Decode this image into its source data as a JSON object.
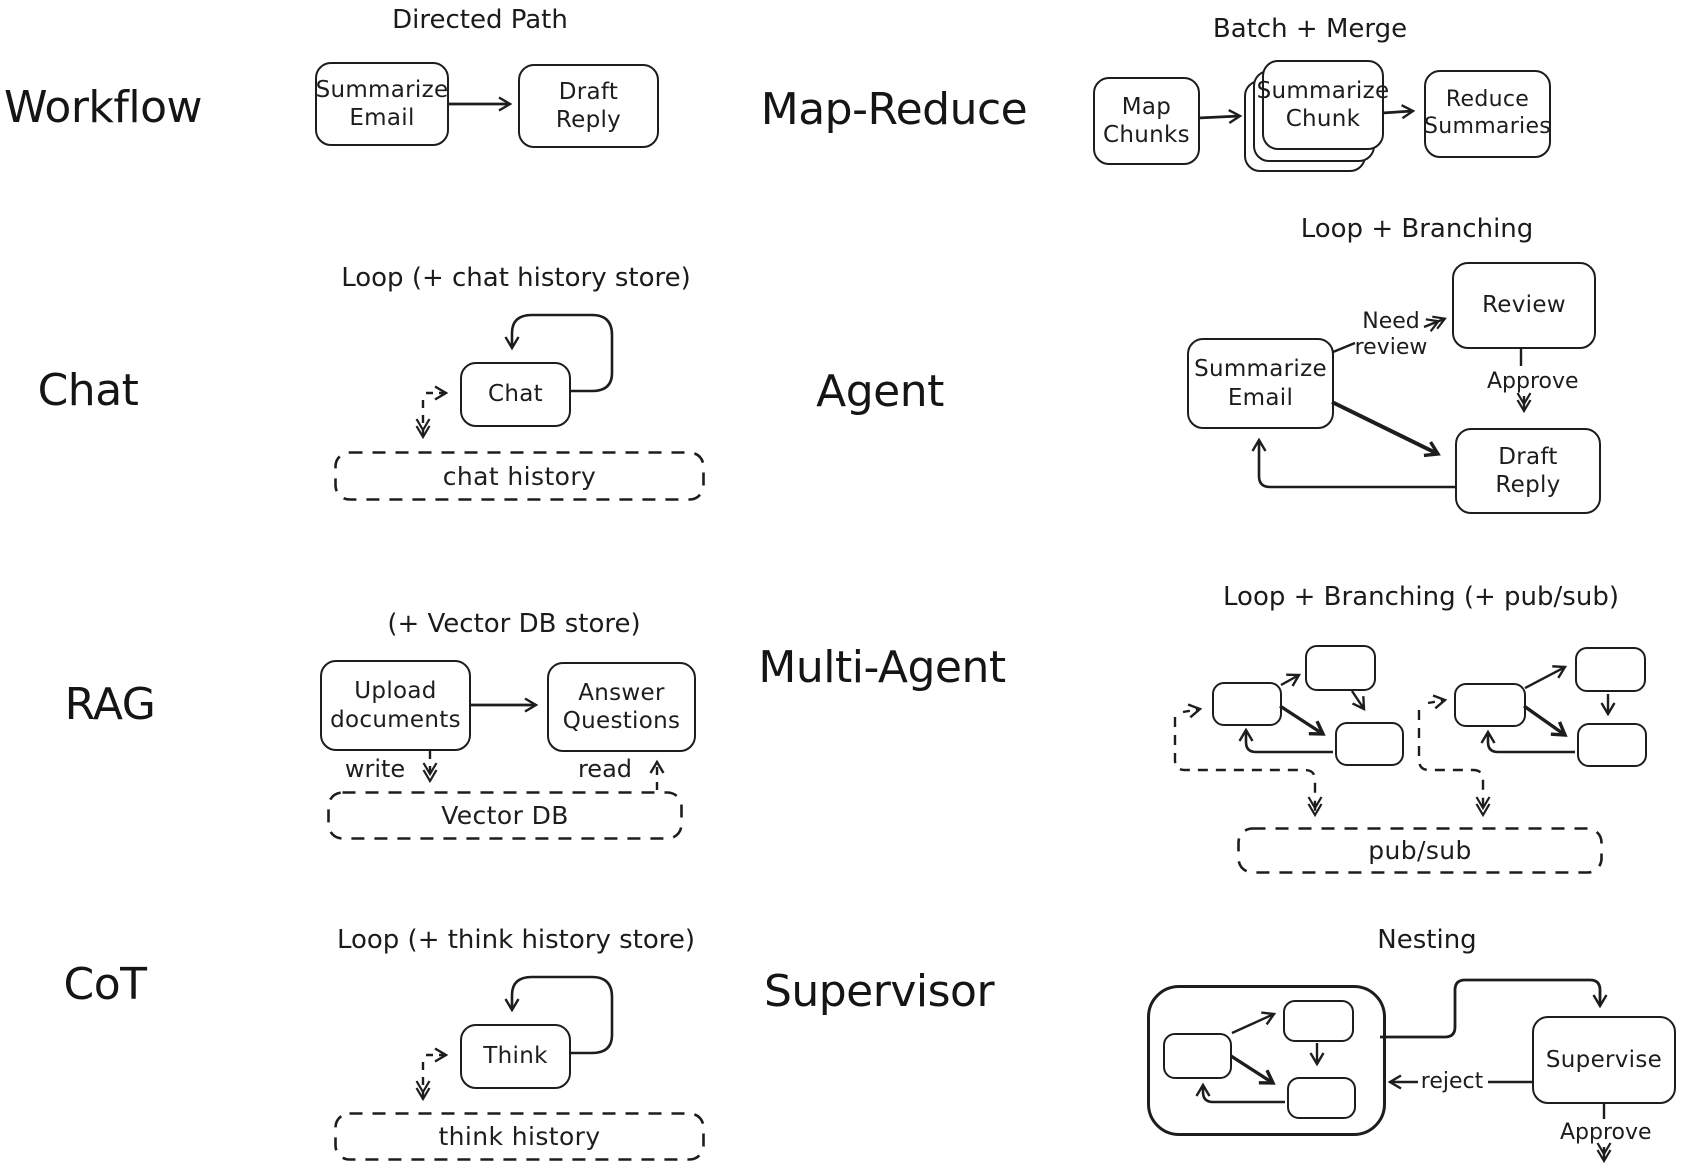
{
  "ink_color": "#1d1d1d",
  "workflow": {
    "label": "Workflow",
    "title": "Directed Path",
    "node1": [
      "Summarize",
      "Email"
    ],
    "node2": [
      "Draft",
      "Reply"
    ]
  },
  "map_reduce": {
    "label": "Map-Reduce",
    "title": "Batch + Merge",
    "node1": [
      "Map",
      "Chunks"
    ],
    "node2": [
      "Summarize",
      "Chunk"
    ],
    "node3": [
      "Reduce",
      "Summaries"
    ]
  },
  "chat": {
    "label": "Chat",
    "title": "Loop (+ chat history store)",
    "node": "Chat",
    "store": "chat history"
  },
  "agent": {
    "label": "Agent",
    "title": "Loop + Branching",
    "review_node": "Review",
    "summarize_node": [
      "Summarize",
      "Email"
    ],
    "draft_node": [
      "Draft",
      "Reply"
    ],
    "need_review": [
      "Need",
      "review"
    ],
    "approve": "Approve"
  },
  "rag": {
    "label": "RAG",
    "title": "(+ Vector DB store)",
    "node1": [
      "Upload",
      "documents"
    ],
    "node2": [
      "Answer",
      "Questions"
    ],
    "write": "write",
    "read": "read",
    "store": "Vector DB"
  },
  "multi_agent": {
    "label": "Multi-Agent",
    "title": "Loop + Branching (+ pub/sub)",
    "store": "pub/sub"
  },
  "cot": {
    "label": "CoT",
    "title": "Loop (+ think history store)",
    "node": "Think",
    "store": "think history"
  },
  "supervisor": {
    "label": "Supervisor",
    "title": "Nesting",
    "node": "Supervise",
    "reject": "reject",
    "approve": "Approve"
  }
}
